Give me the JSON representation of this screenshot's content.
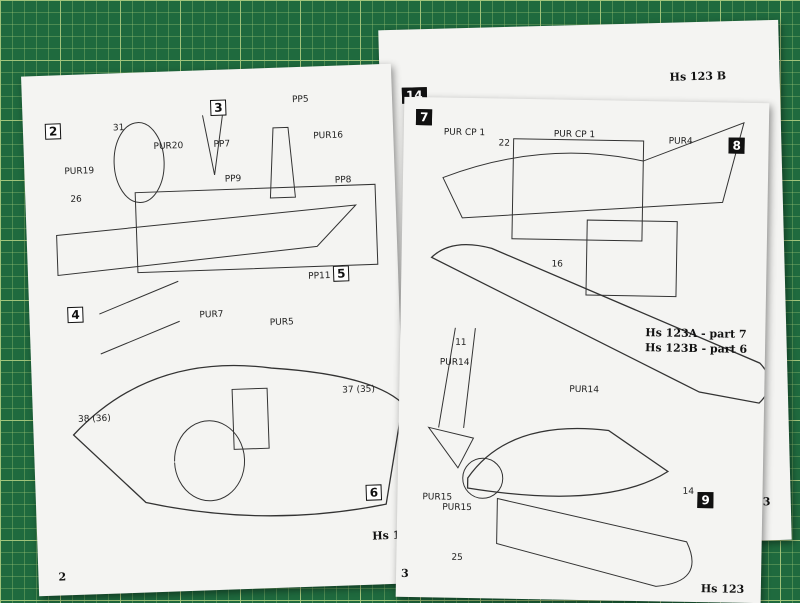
{
  "back_sheet": {
    "step": "14",
    "title": "Hs 123 B",
    "page": "3"
  },
  "left_sheet": {
    "steps": [
      "2",
      "3",
      "4",
      "5",
      "6"
    ],
    "page": "2",
    "title": "Hs 1",
    "labels": [
      "PUR19",
      "PUR20",
      "PP5",
      "PUR16",
      "PP7",
      "PP9",
      "PP8",
      "PUR7",
      "PP11",
      "PUR5",
      "38 (36)",
      "37 (35)",
      "31",
      "26"
    ]
  },
  "right_sheet": {
    "steps": [
      "7",
      "8",
      "9"
    ],
    "page": "3",
    "title": "Hs 123",
    "labels": [
      "PUR CP 1",
      "PUR CP 1",
      "PUR4",
      "PUR14",
      "PUR14",
      "PUR15",
      "PUR15",
      "16",
      "11",
      "14",
      "22",
      "25"
    ],
    "note_a": "Hs 123A - part 7",
    "note_b": "Hs 123B - part 6"
  }
}
